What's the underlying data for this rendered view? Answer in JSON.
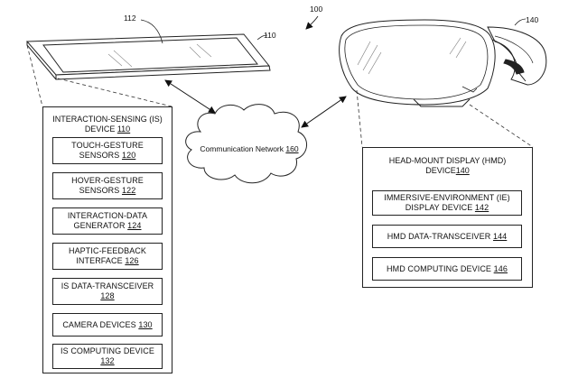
{
  "labels": {
    "system": "100",
    "tablet": "110",
    "tablet_screen": "112",
    "hmd": "140"
  },
  "network": {
    "text": "Communication Network ",
    "ref": "160"
  },
  "is_device": {
    "title_line1": "INTERACTION-SENSING (IS)",
    "title_line2": "DEVICE ",
    "title_ref": "110",
    "components": [
      {
        "line1": "TOUCH-GESTURE",
        "line2": "SENSORS ",
        "ref": "120"
      },
      {
        "line1": "HOVER-GESTURE",
        "line2": "SENSORS ",
        "ref": "122"
      },
      {
        "line1": "INTERACTION-DATA",
        "line2": "GENERATOR ",
        "ref": "124"
      },
      {
        "line1": "HAPTIC-FEEDBACK",
        "line2": "INTERFACE ",
        "ref": "126"
      },
      {
        "line1": "IS DATA-TRANSCEIVER",
        "line2": "",
        "ref": "128"
      },
      {
        "line1": "",
        "line2": "CAMERA DEVICES ",
        "ref": "130"
      },
      {
        "line1": "IS COMPUTING DEVICE",
        "line2": "",
        "ref": "132"
      }
    ]
  },
  "hmd_device": {
    "title_line1": "HEAD-MOUNT DISPLAY (HMD)",
    "title_line2": "DEVICE",
    "title_ref": "140",
    "components": [
      {
        "line1": "IMMERSIVE-ENVIRONMENT (IE)",
        "line2": "DISPLAY DEVICE ",
        "ref": "142"
      },
      {
        "line1": "",
        "line2": "HMD DATA-TRANSCEIVER ",
        "ref": "144"
      },
      {
        "line1": "",
        "line2": "HMD COMPUTING DEVICE ",
        "ref": "146"
      }
    ]
  }
}
